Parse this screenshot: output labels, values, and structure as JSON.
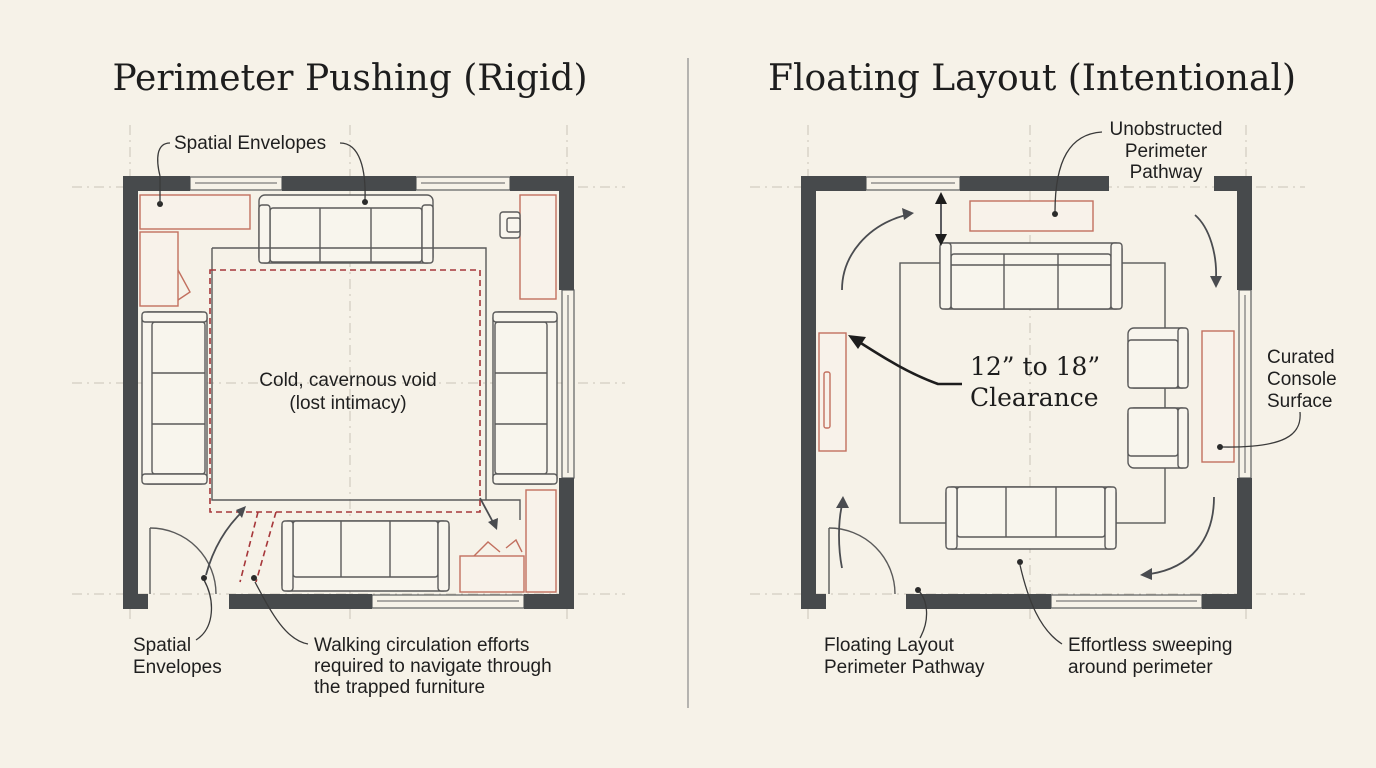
{
  "left_panel": {
    "title": "Perimeter Pushing (Rigid)",
    "labels": {
      "spatial_envelopes_top": "Spatial Envelopes",
      "void_line1": "Cold, cavernous void",
      "void_line2": "(lost intimacy)",
      "spatial_envelopes_bottom": [
        "Spatial",
        "Envelopes"
      ],
      "walking_circulation": [
        "Walking circulation efforts",
        "required to navigate through",
        "the trapped furniture"
      ]
    }
  },
  "right_panel": {
    "title": "Floating Layout (Intentional)",
    "labels": {
      "unobstructed": [
        "Unobstructed",
        "Perimeter",
        "Pathway"
      ],
      "clearance": [
        "12” to 18”",
        "Clearance"
      ],
      "curated_console": [
        "Curated",
        "Console",
        "Surface"
      ],
      "floating_pathway": [
        "Floating Layout",
        "Perimeter Pathway"
      ],
      "effortless_sweeping": [
        "Effortless sweeping",
        "around perimeter"
      ]
    }
  },
  "colors": {
    "background": "#f6f2e8",
    "wall": "#474a4c",
    "furniture_outline": "#5a5a5a",
    "envelope_red": "#c2705f",
    "void_dashed_red": "#a6373a"
  }
}
